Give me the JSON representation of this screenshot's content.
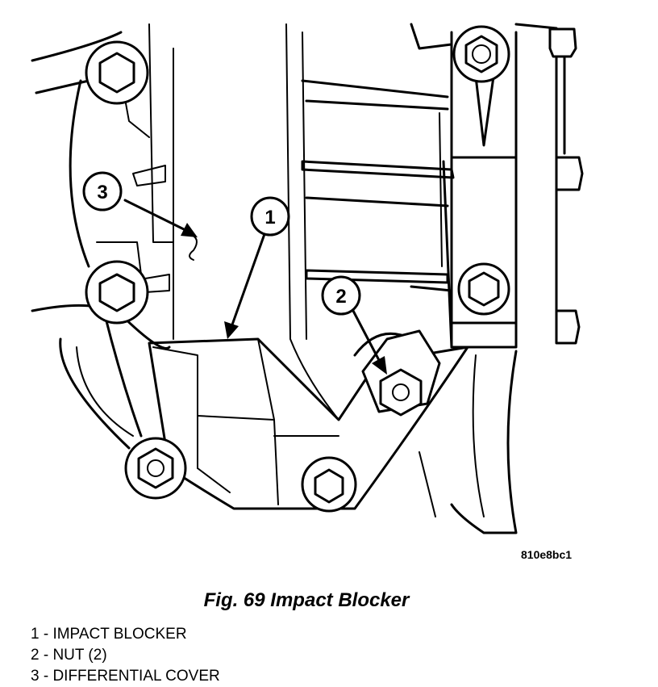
{
  "figure": {
    "image_code": "810e8bc1",
    "caption": "Fig. 69 Impact Blocker"
  },
  "callouts": [
    {
      "number": "1",
      "target": "impact-blocker"
    },
    {
      "number": "2",
      "target": "nut"
    },
    {
      "number": "3",
      "target": "differential-cover"
    }
  ],
  "legend": [
    {
      "text": "1 - IMPACT BLOCKER"
    },
    {
      "text": "2 - NUT (2)"
    },
    {
      "text": "3 - DIFFERENTIAL COVER"
    }
  ]
}
